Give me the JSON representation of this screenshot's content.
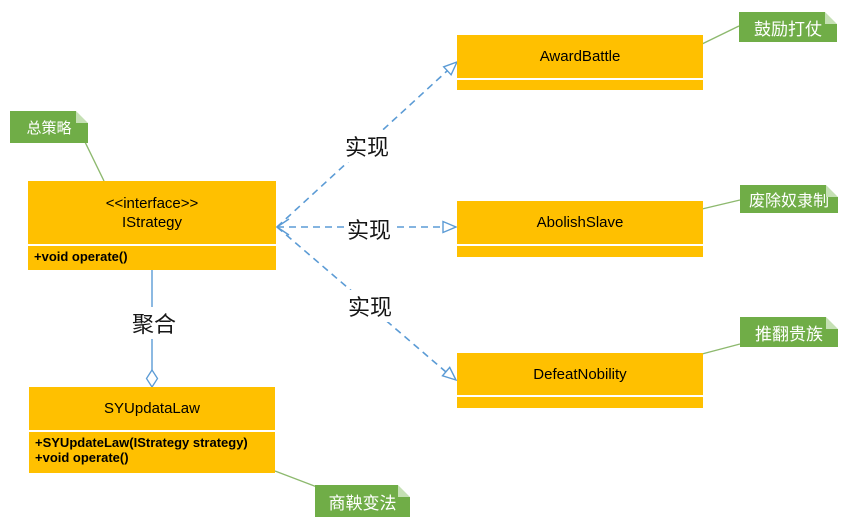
{
  "diagram": {
    "interface": {
      "stereotype": "<<interface>>",
      "name": "IStrategy",
      "method": "+void operate()",
      "note": "总策略"
    },
    "implementations": [
      {
        "name": "AwardBattle",
        "note": "鼓励打仗"
      },
      {
        "name": "AbolishSlave",
        "note": "废除奴隶制"
      },
      {
        "name": "DefeatNobility",
        "note": "推翻贵族"
      }
    ],
    "context_class": {
      "name": "SYUpdataLaw",
      "method1": "+SYUpdateLaw(IStrategy strategy)",
      "method2": "+void operate()",
      "note": "商鞅变法"
    },
    "labels": {
      "realize_top": "实现",
      "realize_middle": "实现",
      "realize_bottom": "实现",
      "aggregation": "聚合"
    },
    "colors": {
      "class_fill": "#FFC000",
      "note_fill": "#70AD47",
      "note_fold": "#C5E0B4",
      "connector_blue": "#5B9BD5",
      "connector_green": "#8DB96E"
    }
  }
}
